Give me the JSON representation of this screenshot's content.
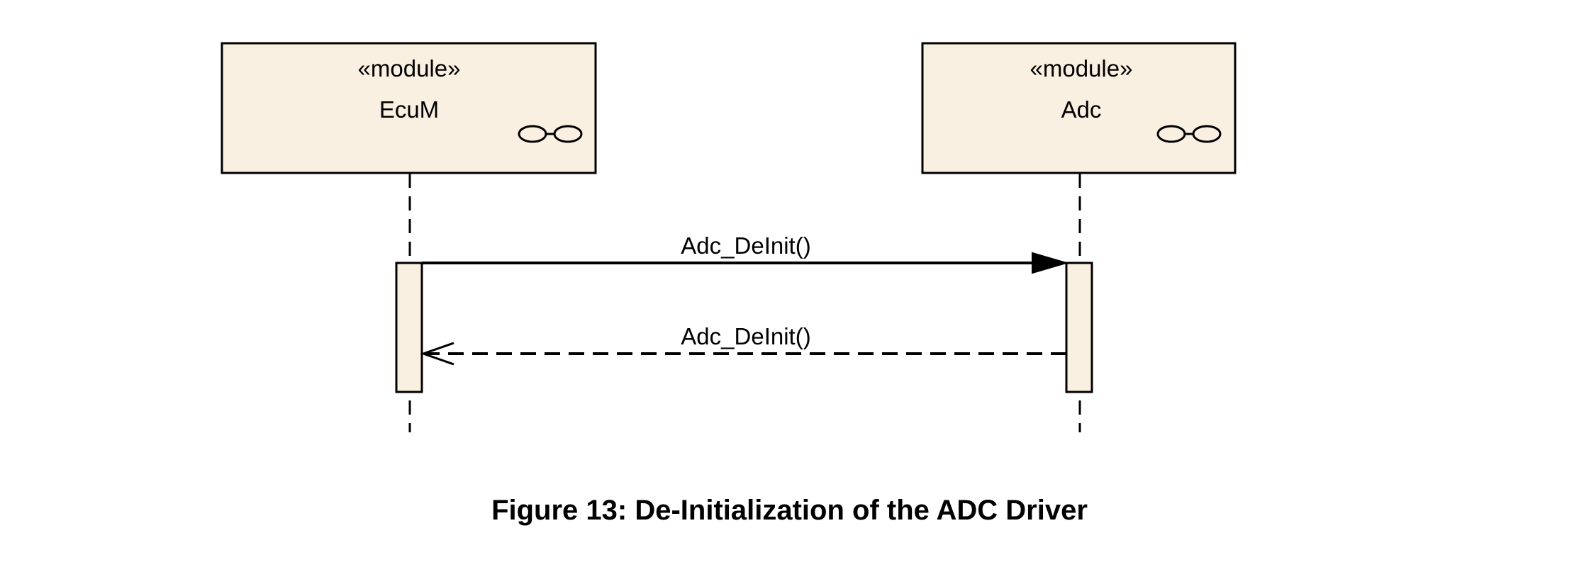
{
  "participants": [
    {
      "stereotype": "«module»",
      "name": "EcuM"
    },
    {
      "stereotype": "«module»",
      "name": "Adc"
    }
  ],
  "messages": [
    {
      "label": "Adc_DeInit()",
      "kind": "synchronous-call"
    },
    {
      "label": "Adc_DeInit()",
      "kind": "return"
    }
  ],
  "caption": "Figure 13: De-Initialization of the ADC Driver",
  "colors": {
    "box_fill": "#FAF0E1",
    "stroke": "#000000"
  }
}
